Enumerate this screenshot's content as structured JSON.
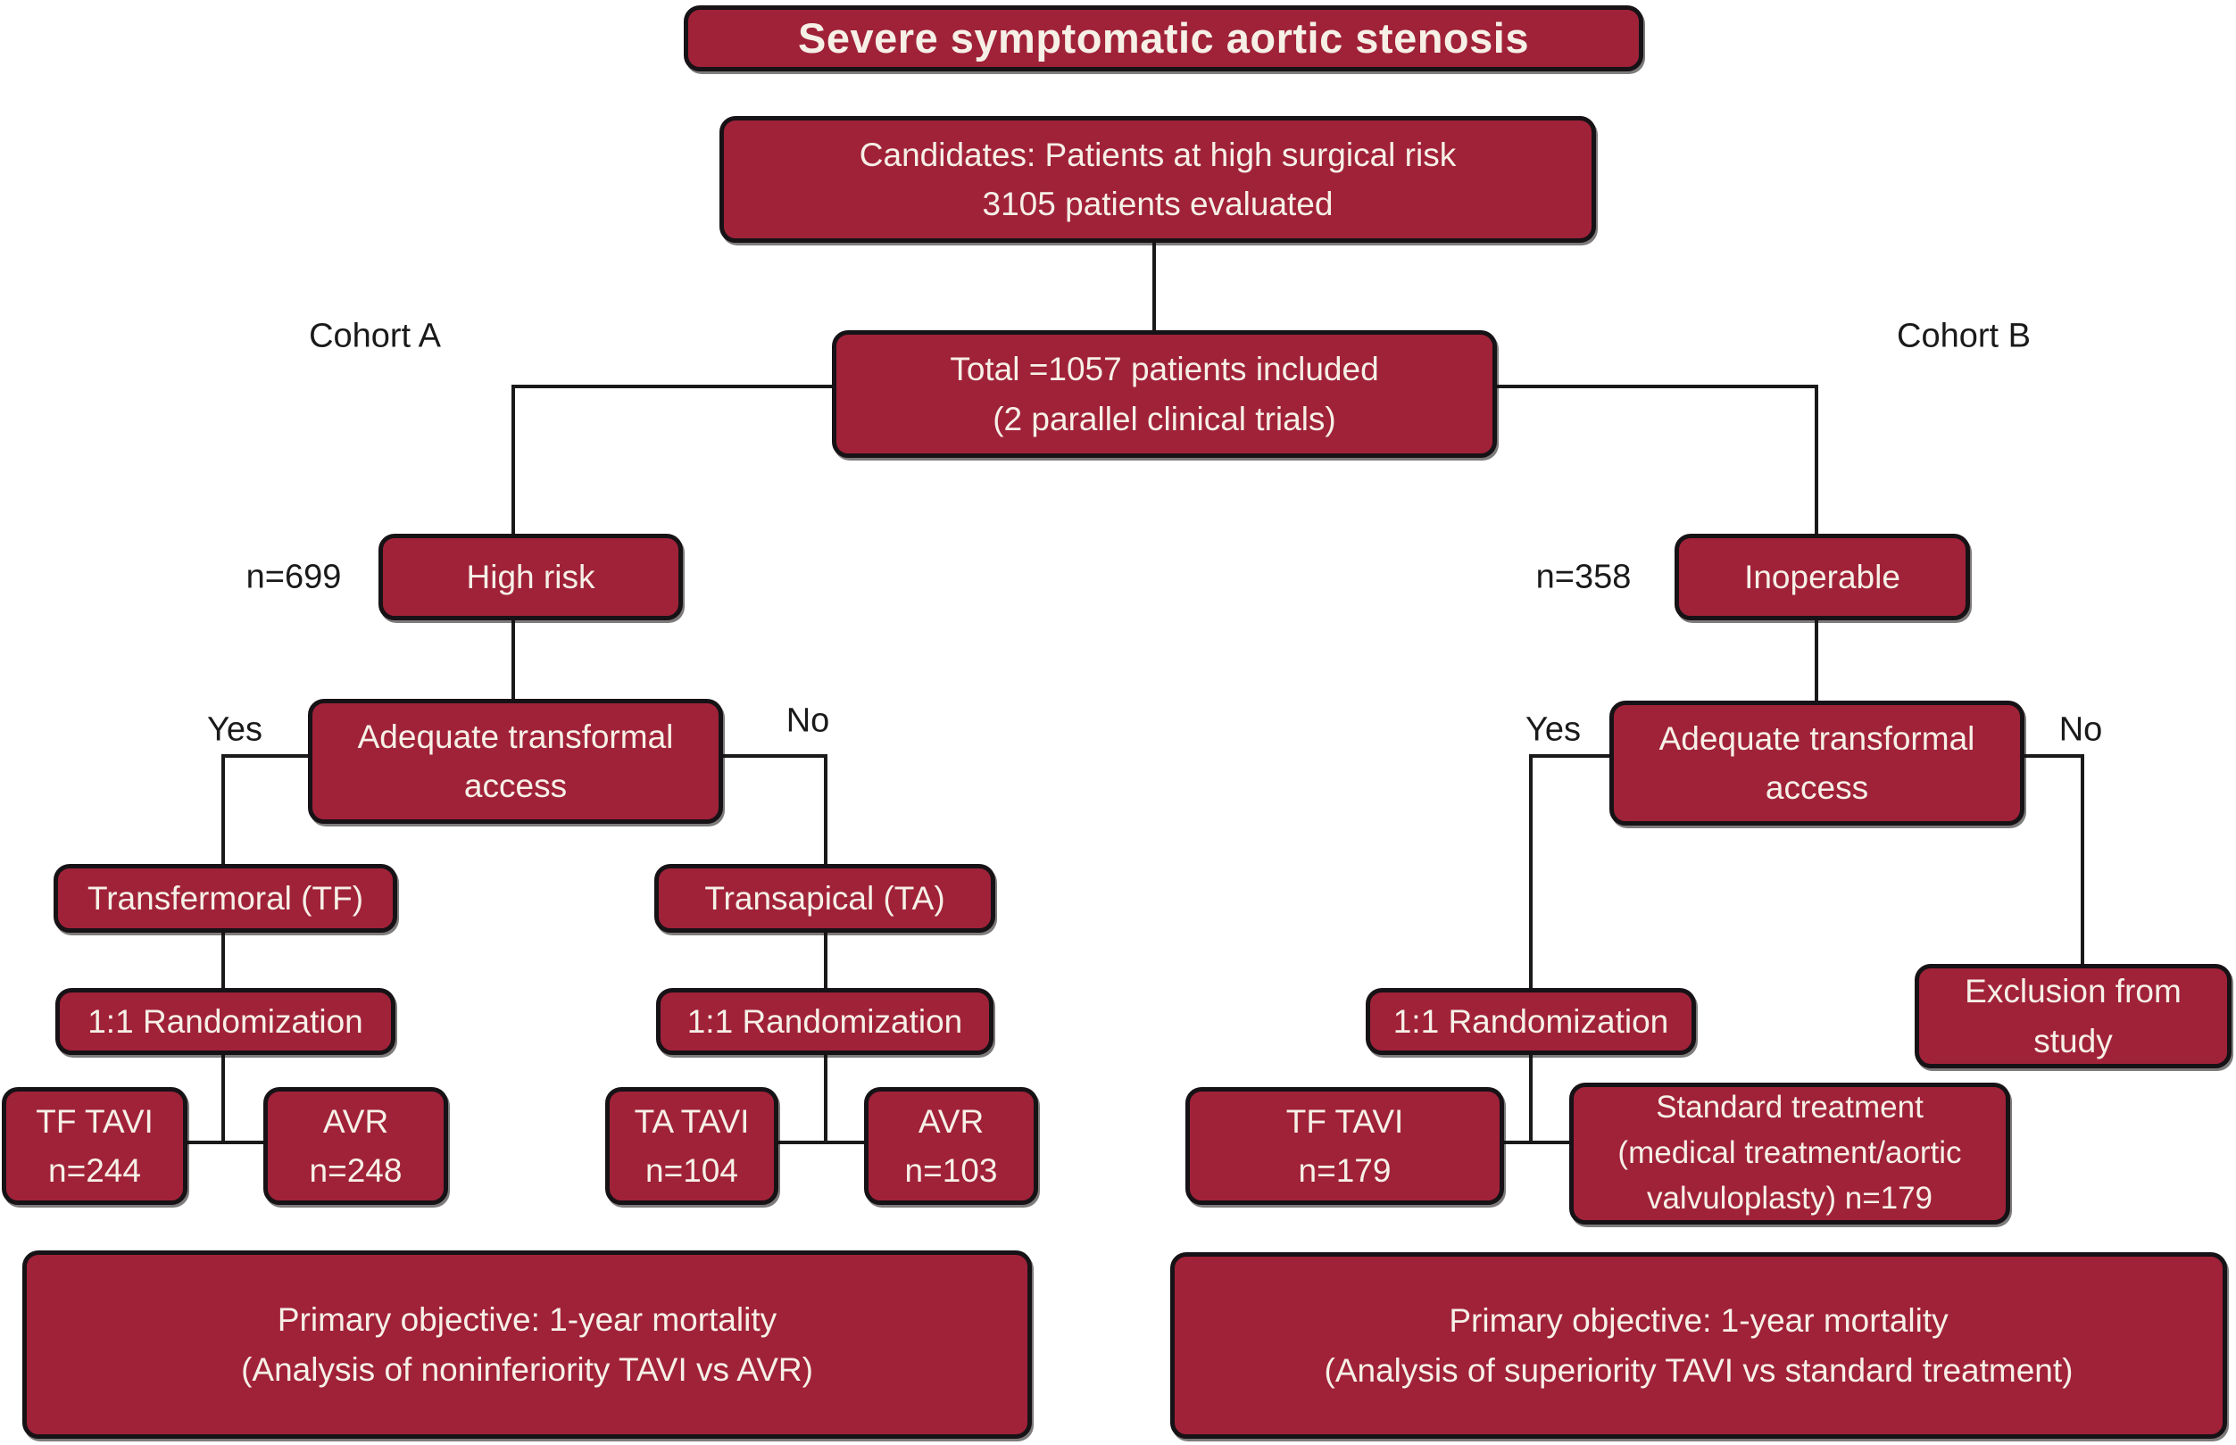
{
  "figure": {
    "colors": {
      "box_fill": "#A02239",
      "box_border": "#161216",
      "box_text": "#F6F0E7",
      "label_text": "#1a1a1a",
      "connector": "#1a1a1a",
      "background": "#ffffff"
    },
    "nodes": {
      "title": {
        "lines": [
          "Severe symptomatic aortic stenosis"
        ]
      },
      "candidates": {
        "lines": [
          "Candidates: Patients at high surgical risk",
          "3105 patients evaluated"
        ]
      },
      "total": {
        "lines": [
          "Total =1057 patients included",
          "(2 parallel clinical trials)"
        ]
      },
      "high_risk": {
        "lines": [
          "High risk"
        ]
      },
      "inoperable": {
        "lines": [
          "Inoperable"
        ]
      },
      "adequate_left": {
        "lines": [
          "Adequate transformal",
          "access"
        ]
      },
      "adequate_right": {
        "lines": [
          "Adequate transformal",
          "access"
        ]
      },
      "transfermoral": {
        "lines": [
          "Transfermoral (TF)"
        ]
      },
      "transapical": {
        "lines": [
          "Transapical (TA)"
        ]
      },
      "randomization_left": {
        "lines": [
          "1:1 Randomization"
        ]
      },
      "randomization_mid": {
        "lines": [
          "1:1 Randomization"
        ]
      },
      "randomization_right": {
        "lines": [
          "1:1 Randomization"
        ]
      },
      "tf_tavi_a": {
        "lines": [
          "TF TAVI",
          "n=244"
        ]
      },
      "avr_a": {
        "lines": [
          "AVR",
          "n=248"
        ]
      },
      "ta_tavi": {
        "lines": [
          "TA TAVI",
          "n=104"
        ]
      },
      "avr_ta": {
        "lines": [
          "AVR",
          "n=103"
        ]
      },
      "tf_tavi_b": {
        "lines": [
          "TF TAVI",
          "n=179"
        ]
      },
      "standard_treatment": {
        "lines": [
          "Standard treatment",
          "(medical treatment/aortic",
          "valvuloplasty) n=179"
        ]
      },
      "exclusion": {
        "lines": [
          "Exclusion from",
          "study"
        ]
      },
      "primary_a": {
        "lines": [
          "Primary objective: 1-year mortality",
          "(Analysis of noninferiority TAVI vs AVR)"
        ]
      },
      "primary_b": {
        "lines": [
          "Primary objective: 1-year mortality",
          "(Analysis of superiority TAVI vs standard treatment)"
        ]
      }
    },
    "labels": {
      "cohort_a": "Cohort A",
      "cohort_b": "Cohort B",
      "n_high_risk": "n=699",
      "n_inoperable": "n=358",
      "yes_left": "Yes",
      "no_mid": "No",
      "yes_right": "Yes",
      "no_right": "No"
    }
  }
}
